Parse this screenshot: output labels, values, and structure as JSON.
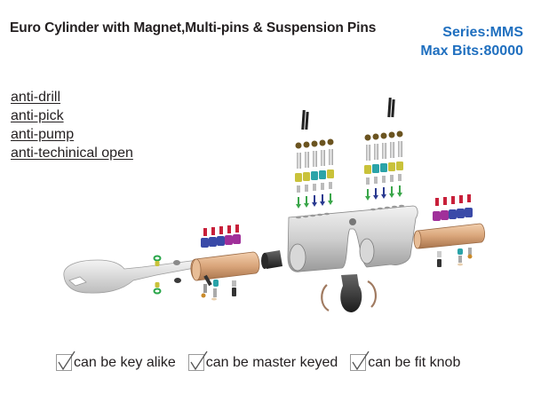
{
  "header": {
    "title": "Euro Cylinder with Magnet,Multi-pins & Suspension Pins",
    "series": "Series:MMS",
    "max_bits": "Max Bits:80000"
  },
  "features": [
    "anti-drill",
    "anti-pick",
    "anti-pump",
    "anti-techinical open"
  ],
  "checks": [
    "can be key alike",
    "can be master keyed",
    "can be fit knob"
  ],
  "illustration": {
    "description": "Exploded view of euro cylinder: key, magnets, brass plugs, pins, cylinder body, cam, circlips",
    "colors": {
      "accent": "#1f6fbf",
      "brass": "#d9a57a",
      "body": "#c8c8c8",
      "pin_red": "#c8203a",
      "pin_blue": "#3a4aa8",
      "pin_purple": "#a0309a",
      "pin_yellow": "#c9c23a",
      "pin_teal": "#2aa3a8",
      "spring_green": "#3aa64a",
      "spring_navy": "#2a3a90",
      "ball": "#6b5420"
    },
    "left_upper_pins": [
      "yellow",
      "yellow",
      "teal",
      "teal",
      "yellow"
    ],
    "left_lower_springs": [
      "green",
      "green",
      "navy",
      "navy",
      "green"
    ],
    "right_upper_pins": [
      "yellow",
      "teal",
      "teal",
      "yellow",
      "yellow"
    ],
    "right_lower_springs": [
      "green",
      "navy",
      "navy",
      "green",
      "green"
    ],
    "left_plug_pins": [
      "blue",
      "blue",
      "blue",
      "purple",
      "purple"
    ],
    "right_plug_pins": [
      "purple",
      "purple",
      "blue",
      "blue",
      "blue"
    ]
  }
}
